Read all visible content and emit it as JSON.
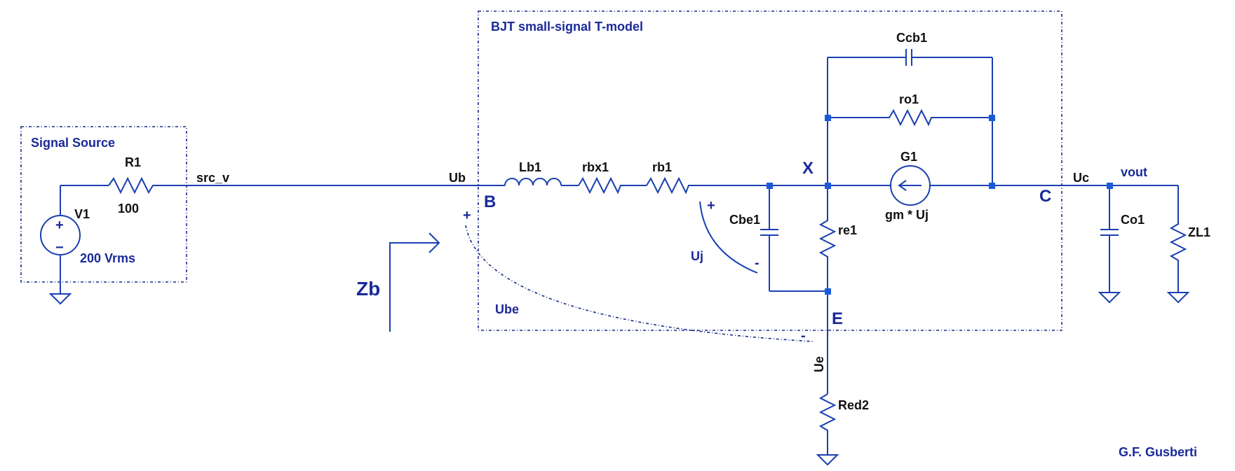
{
  "boxes": {
    "source_title": "Signal Source",
    "model_title": "BJT small-signal T-model"
  },
  "components": {
    "R1": {
      "name": "R1",
      "value": "100"
    },
    "V1": {
      "name": "V1",
      "value": "200 Vrms"
    },
    "Lb1": {
      "name": "Lb1"
    },
    "rbx1": {
      "name": "rbx1"
    },
    "rb1": {
      "name": "rb1"
    },
    "Cbe1": {
      "name": "Cbe1"
    },
    "re1": {
      "name": "re1"
    },
    "Ccb1": {
      "name": "Ccb1"
    },
    "ro1": {
      "name": "ro1"
    },
    "G1": {
      "name": "G1",
      "value": "gm * Uj"
    },
    "Co1": {
      "name": "Co1"
    },
    "ZL1": {
      "name": "ZL1"
    },
    "Red2": {
      "name": "Red2"
    }
  },
  "nets": {
    "src_v": "src_v",
    "Ub": "Ub",
    "Uc": "Uc",
    "vout": "vout",
    "Ue": "Ue"
  },
  "nodes": {
    "B": "B",
    "X": "X",
    "C": "C",
    "E": "E"
  },
  "annotations": {
    "Zb": "Zb",
    "Uj": "Uj",
    "Ube": "Ube",
    "plus": "+",
    "minus": "-"
  },
  "author": "G.F. Gusberti",
  "colors": {
    "wire": "#1a3fb0",
    "label": "#1a2a9a",
    "text": "#111111"
  }
}
